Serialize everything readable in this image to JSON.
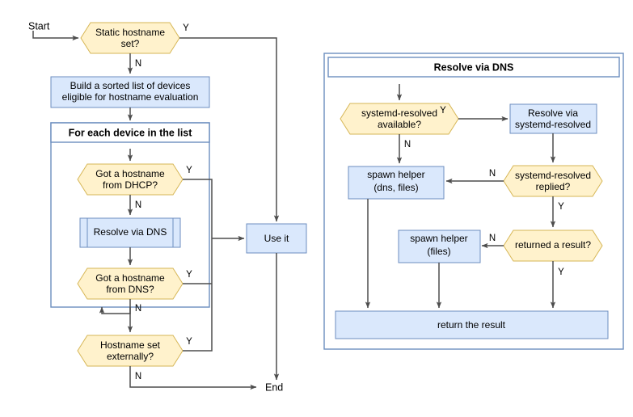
{
  "diagram": {
    "title": "Hostname resolution flowchart",
    "colors": {
      "decision_fill": "#fff2cc",
      "decision_stroke": "#d6b656",
      "process_fill": "#dae8fc",
      "process_stroke": "#6c8ebf",
      "container_stroke": "#6c8ebf",
      "edge_stroke": "#4d4d4d",
      "text": "#000000",
      "background": "#ffffff"
    },
    "terminals": {
      "start": "Start",
      "end": "End"
    },
    "containers": {
      "for_each_device": "For each device in the list",
      "resolve_via_dns_panel": "Resolve via DNS"
    },
    "main_flow": {
      "static_hostname": "Static hostname\nset?",
      "static_hostname_line1": "Static hostname",
      "static_hostname_line2": "set?",
      "build_list_line1": "Build a sorted list of devices",
      "build_list_line2": "eligible for hostname evaluation",
      "got_dhcp_line1": "Got a hostname",
      "got_dhcp_line2": "from DHCP?",
      "resolve_via_dns_call": "Resolve via DNS",
      "got_dns_line1": "Got a hostname",
      "got_dns_line2": "from DNS?",
      "hostname_external_line1": "Hostname set",
      "hostname_external_line2": "externally?",
      "use_it": "Use it"
    },
    "dns_panel": {
      "systemd_available_line1": "systemd-resolved",
      "systemd_available_line2": "available?",
      "resolve_via_systemd_line1": "Resolve via",
      "resolve_via_systemd_line2": "systemd-resolved",
      "systemd_replied_line1": "systemd-resolved",
      "systemd_replied_line2": "replied?",
      "spawn_helper_dns_line1": "spawn helper",
      "spawn_helper_dns_line2": "(dns, files)",
      "returned_result": "returned a result?",
      "spawn_helper_files_line1": "spawn helper",
      "spawn_helper_files_line2": "(files)",
      "return_the_result": "return the result"
    },
    "edge_labels": {
      "yes": "Y",
      "no": "N"
    }
  }
}
